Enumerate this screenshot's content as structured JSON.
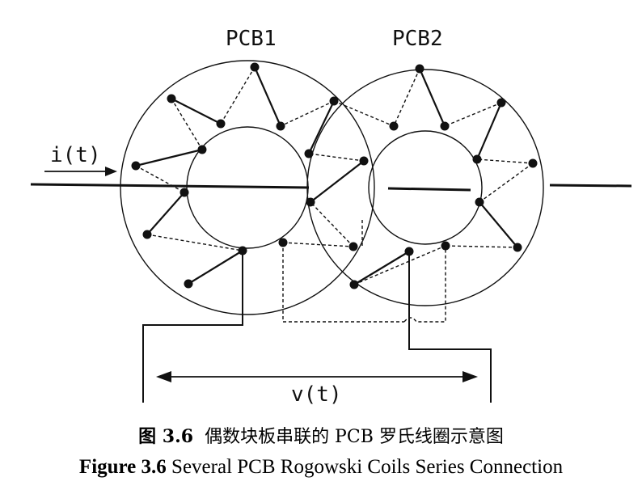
{
  "labels": {
    "pcb1": "PCB1",
    "pcb2": "PCB2",
    "current": "i(t)",
    "voltage": "v(t)"
  },
  "caption": {
    "cn_prefix": "图 3.6",
    "cn_text": "偶数块板串联的 PCB 罗氏线圈示意图",
    "en_prefix": "Figure 3.6",
    "en_text": "Several PCB Rogowski Coils Series Connection"
  }
}
